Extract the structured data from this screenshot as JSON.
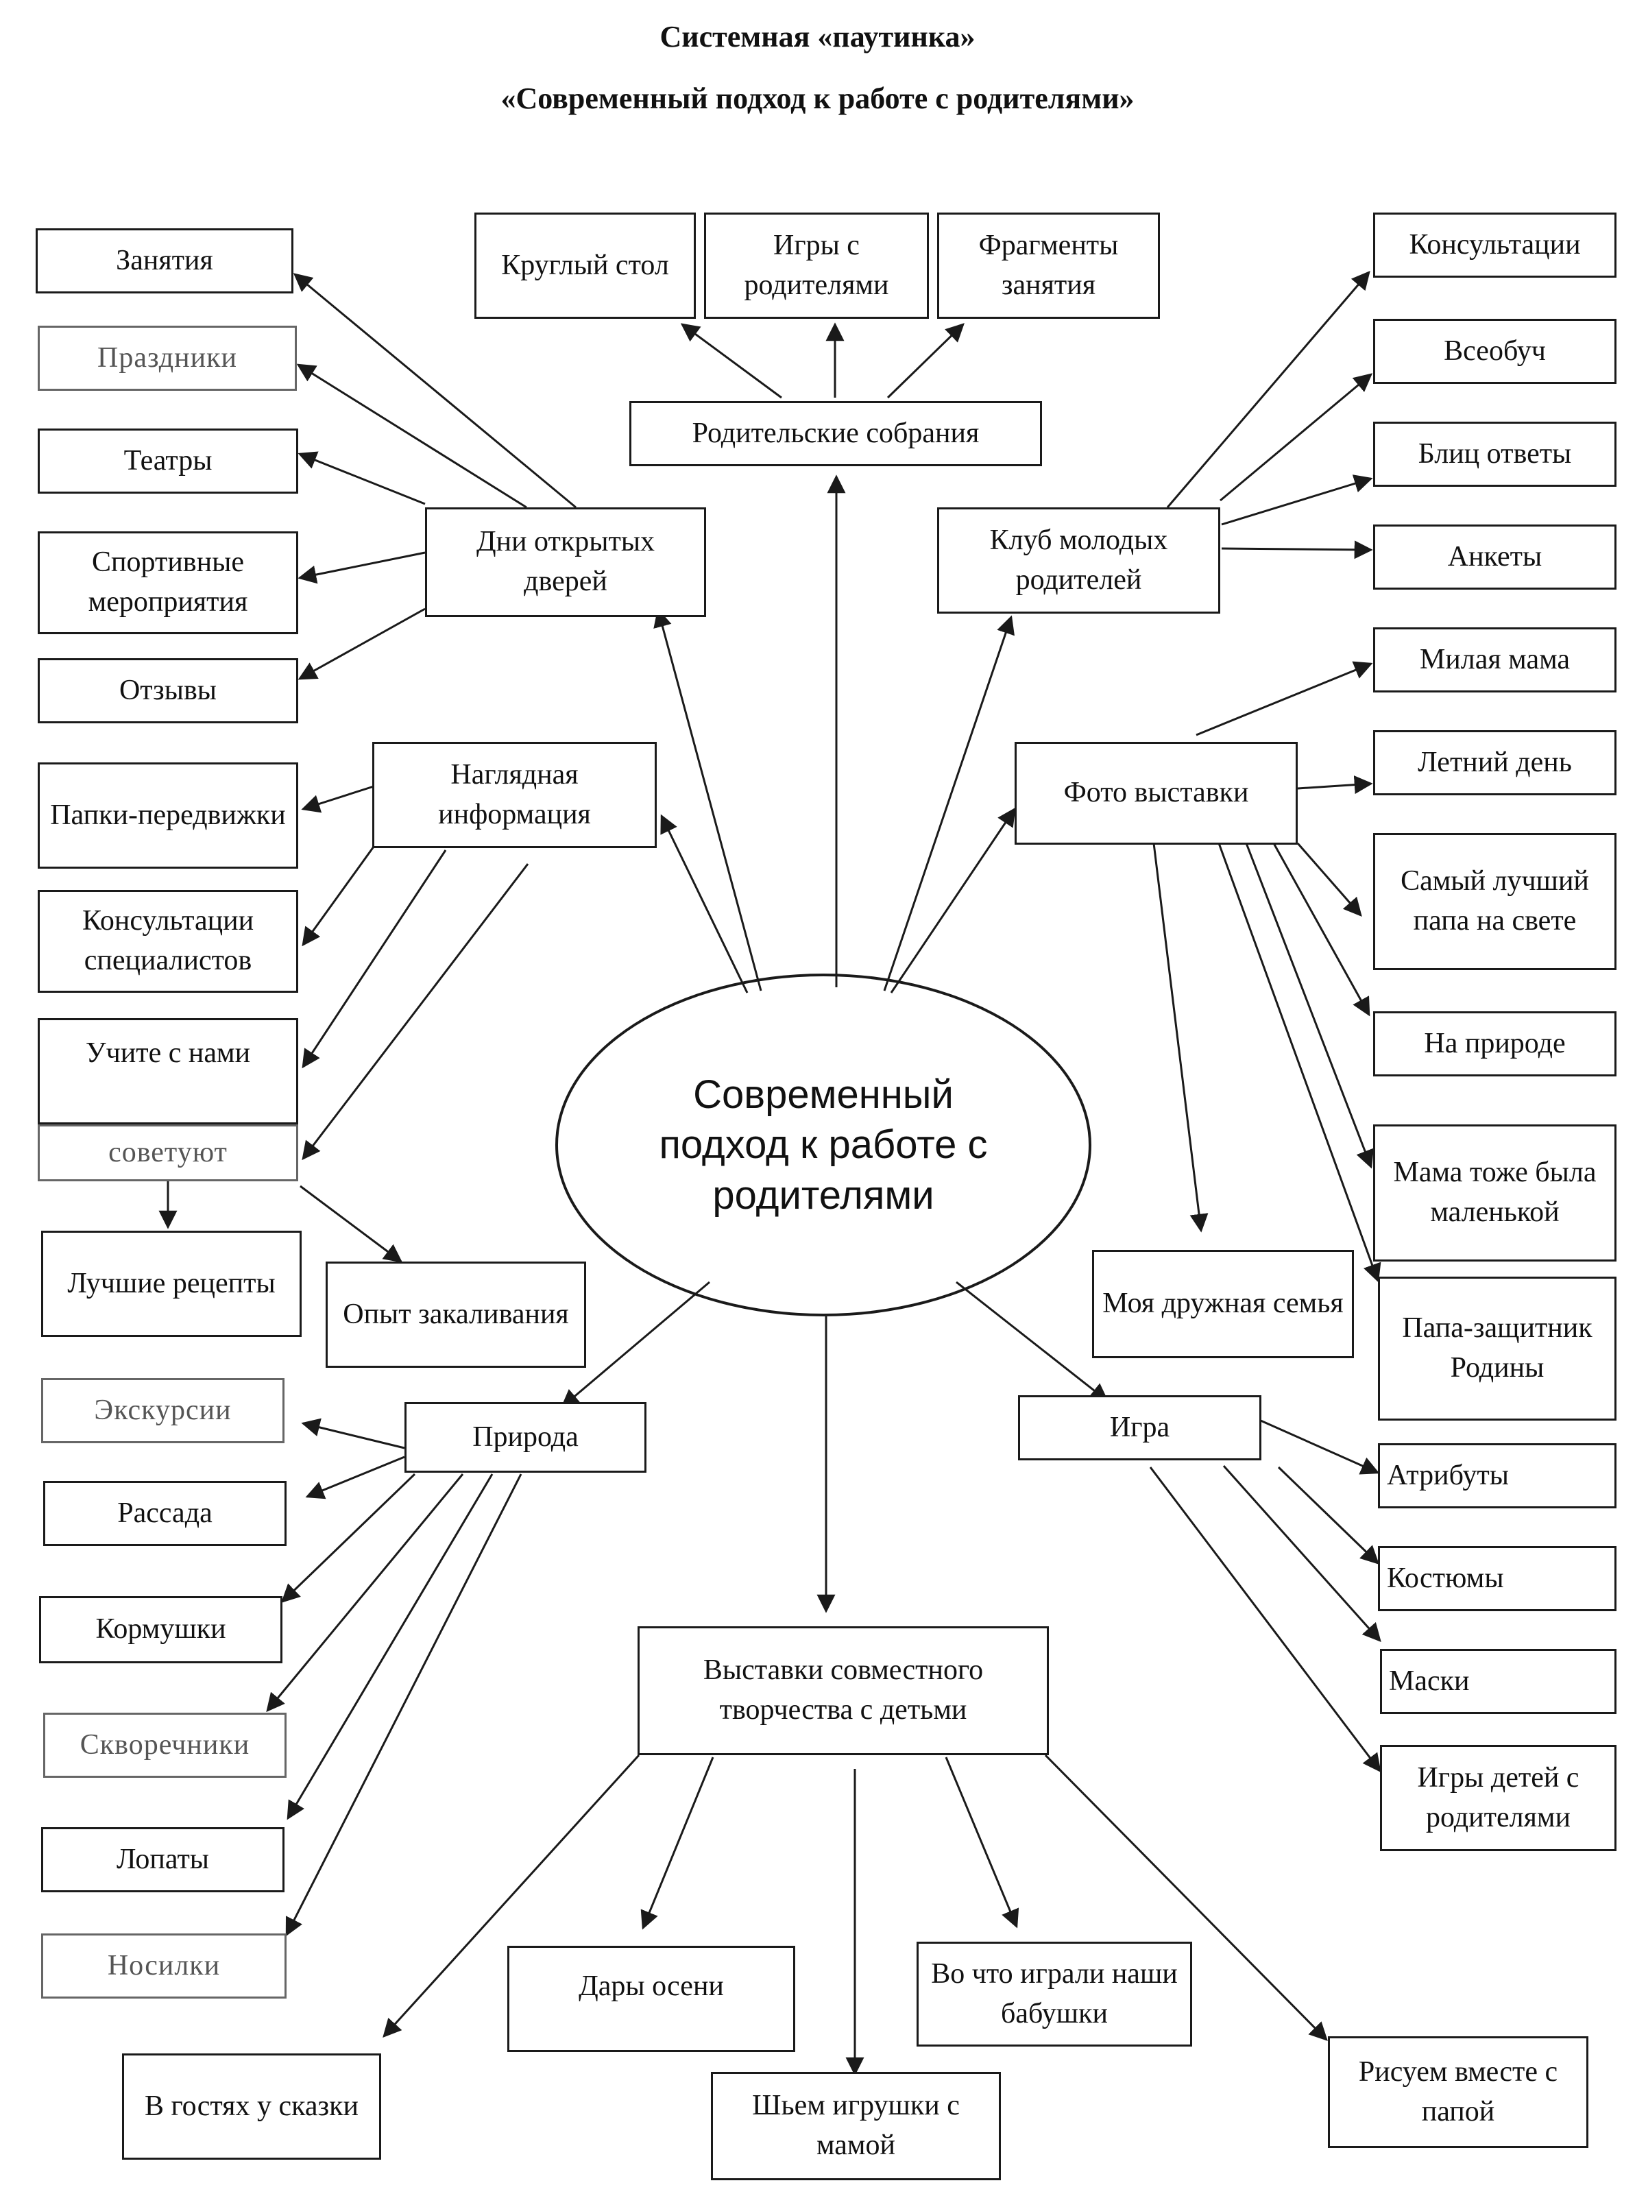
{
  "title": "Системная «паутинка»",
  "subtitle": "«Современный подход к работе с родителями»",
  "center": "Современный подход к работе с родителями",
  "nodes": {
    "zanyatiya": "Занятия",
    "prazdniki": "Праздники",
    "teatry": "Театры",
    "sport": "Спортивные мероприятия",
    "otzyvy": "Отзывы",
    "dni_otkrytyh": "Дни открытых дверей",
    "kruglyi_stol": "Круглый стол",
    "igry_s_roditelyami": "Игры с родителями",
    "fragmenty": "Фрагменты занятия",
    "rod_sobraniya": "Родительские собрания",
    "konsultacii": "Консультации",
    "vseobuch": "Всеобуч",
    "blic": "Блиц ответы",
    "ankety": "Анкеты",
    "klub": "Клуб молодых родителей",
    "milaya_mama": "Милая мама",
    "letnii_den": "Летний день",
    "papa_luchshii": "Самый лучший папа на свете",
    "na_prirode": "На природе",
    "foto": "Фото выставки",
    "mama_tozhe": "Мама тоже была маленькой",
    "papa_zashchitnik": "Папа-защитник Родины",
    "druzhnaya_semya": "Моя дружная семья",
    "naglyadnaya": "Наглядная информация",
    "papki": "Папки-передвижки",
    "konsultacii_spec": "Консультации специалистов",
    "uchite": "Учите с нами",
    "sovetuyut": "советуют",
    "recepty": "Лучшие рецепты",
    "opyt": "Опыт закаливания",
    "priroda": "Природа",
    "ekskursii": "Экскурсии",
    "rassada": "Рассада",
    "kormushki": "Кормушки",
    "skvorechniki": "Скворечники",
    "lopaty": "Лопаты",
    "nosilki": "Носилки",
    "igra": "Игра",
    "atributy": "Атрибуты",
    "kostyumy": "Костюмы",
    "maski": "Маски",
    "igry_detei": "Игры детей с родителями",
    "vystavki": "Выставки совместного творчества с детьми",
    "dary": "Дары осени",
    "babushki": "Во что играли наши бабушки",
    "v_gostyah": "В гостях у сказки",
    "shyem": "Шьем игрушки с мамой",
    "risuem": "Рисуем вместе с папой"
  }
}
